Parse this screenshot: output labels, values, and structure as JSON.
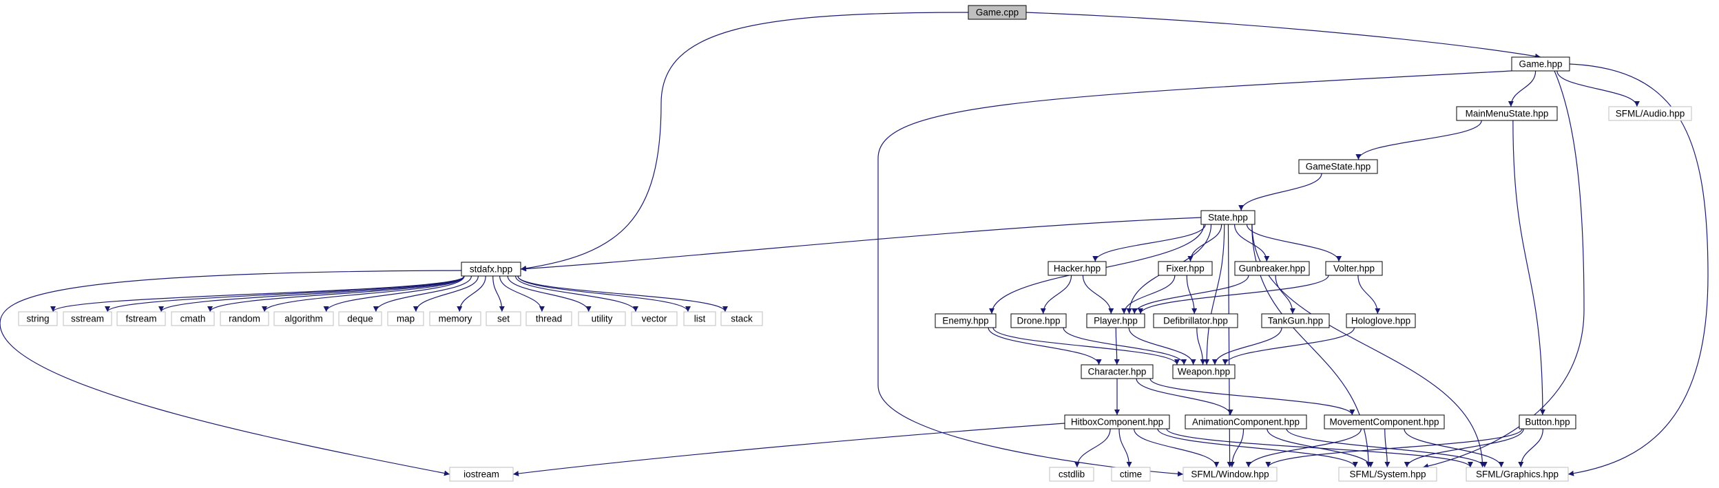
{
  "colors": {
    "edge": "#191970",
    "node_border": "#000000",
    "system_border": "#bfbfbf",
    "root_fill": "#bfbfbf",
    "node_fill": "#ffffff",
    "text": "#000000"
  },
  "nodes": {
    "game_cpp": "Game.cpp",
    "game_hpp": "Game.hpp",
    "stdafx_hpp": "stdafx.hpp",
    "mainmenustate_hpp": "MainMenuState.hpp",
    "sfml_audio_hpp": "SFML/Audio.hpp",
    "gamestate_hpp": "GameState.hpp",
    "state_hpp": "State.hpp",
    "string": "string",
    "sstream": "sstream",
    "fstream": "fstream",
    "cmath": "cmath",
    "random": "random",
    "algorithm": "algorithm",
    "deque": "deque",
    "map": "map",
    "memory": "memory",
    "set": "set",
    "thread": "thread",
    "utility": "utility",
    "vector": "vector",
    "list": "list",
    "stack": "stack",
    "hacker_hpp": "Hacker.hpp",
    "fixer_hpp": "Fixer.hpp",
    "gunbreaker_hpp": "Gunbreaker.hpp",
    "volter_hpp": "Volter.hpp",
    "enemy_hpp": "Enemy.hpp",
    "drone_hpp": "Drone.hpp",
    "player_hpp": "Player.hpp",
    "defibrillator_hpp": "Defibrillator.hpp",
    "tankgun_hpp": "TankGun.hpp",
    "hologlove_hpp": "Hologlove.hpp",
    "character_hpp": "Character.hpp",
    "weapon_hpp": "Weapon.hpp",
    "hitboxcomponent_hpp": "HitboxComponent.hpp",
    "animationcomponent_hpp": "AnimationComponent.hpp",
    "movementcomponent_hpp": "MovementComponent.hpp",
    "button_hpp": "Button.hpp",
    "iostream": "iostream",
    "cstdlib": "cstdlib",
    "ctime": "ctime",
    "sfml_window_hpp": "SFML/Window.hpp",
    "sfml_system_hpp": "SFML/System.hpp",
    "sfml_graphics_hpp": "SFML/Graphics.hpp"
  },
  "edges": [
    [
      "game_cpp",
      "game_hpp"
    ],
    [
      "game_cpp",
      "stdafx_hpp"
    ],
    [
      "game_hpp",
      "mainmenustate_hpp"
    ],
    [
      "game_hpp",
      "sfml_audio_hpp"
    ],
    [
      "game_hpp",
      "sfml_window_hpp"
    ],
    [
      "game_hpp",
      "sfml_system_hpp"
    ],
    [
      "game_hpp",
      "sfml_graphics_hpp"
    ],
    [
      "mainmenustate_hpp",
      "gamestate_hpp"
    ],
    [
      "mainmenustate_hpp",
      "button_hpp"
    ],
    [
      "gamestate_hpp",
      "state_hpp"
    ],
    [
      "state_hpp",
      "stdafx_hpp"
    ],
    [
      "state_hpp",
      "hacker_hpp"
    ],
    [
      "state_hpp",
      "fixer_hpp"
    ],
    [
      "state_hpp",
      "gunbreaker_hpp"
    ],
    [
      "state_hpp",
      "volter_hpp"
    ],
    [
      "state_hpp",
      "enemy_hpp"
    ],
    [
      "state_hpp",
      "player_hpp"
    ],
    [
      "state_hpp",
      "weapon_hpp"
    ],
    [
      "state_hpp",
      "sfml_window_hpp"
    ],
    [
      "state_hpp",
      "sfml_system_hpp"
    ],
    [
      "state_hpp",
      "sfml_graphics_hpp"
    ],
    [
      "stdafx_hpp",
      "string"
    ],
    [
      "stdafx_hpp",
      "sstream"
    ],
    [
      "stdafx_hpp",
      "fstream"
    ],
    [
      "stdafx_hpp",
      "cmath"
    ],
    [
      "stdafx_hpp",
      "random"
    ],
    [
      "stdafx_hpp",
      "algorithm"
    ],
    [
      "stdafx_hpp",
      "deque"
    ],
    [
      "stdafx_hpp",
      "map"
    ],
    [
      "stdafx_hpp",
      "memory"
    ],
    [
      "stdafx_hpp",
      "set"
    ],
    [
      "stdafx_hpp",
      "thread"
    ],
    [
      "stdafx_hpp",
      "utility"
    ],
    [
      "stdafx_hpp",
      "vector"
    ],
    [
      "stdafx_hpp",
      "list"
    ],
    [
      "stdafx_hpp",
      "stack"
    ],
    [
      "stdafx_hpp",
      "iostream"
    ],
    [
      "hacker_hpp",
      "drone_hpp"
    ],
    [
      "hacker_hpp",
      "player_hpp"
    ],
    [
      "fixer_hpp",
      "player_hpp"
    ],
    [
      "fixer_hpp",
      "defibrillator_hpp"
    ],
    [
      "gunbreaker_hpp",
      "player_hpp"
    ],
    [
      "gunbreaker_hpp",
      "tankgun_hpp"
    ],
    [
      "volter_hpp",
      "player_hpp"
    ],
    [
      "volter_hpp",
      "hologlove_hpp"
    ],
    [
      "enemy_hpp",
      "character_hpp"
    ],
    [
      "enemy_hpp",
      "weapon_hpp"
    ],
    [
      "drone_hpp",
      "weapon_hpp"
    ],
    [
      "player_hpp",
      "character_hpp"
    ],
    [
      "player_hpp",
      "weapon_hpp"
    ],
    [
      "defibrillator_hpp",
      "weapon_hpp"
    ],
    [
      "tankgun_hpp",
      "weapon_hpp"
    ],
    [
      "hologlove_hpp",
      "weapon_hpp"
    ],
    [
      "character_hpp",
      "hitboxcomponent_hpp"
    ],
    [
      "character_hpp",
      "animationcomponent_hpp"
    ],
    [
      "character_hpp",
      "movementcomponent_hpp"
    ],
    [
      "hitboxcomponent_hpp",
      "iostream"
    ],
    [
      "hitboxcomponent_hpp",
      "cstdlib"
    ],
    [
      "hitboxcomponent_hpp",
      "ctime"
    ],
    [
      "hitboxcomponent_hpp",
      "sfml_window_hpp"
    ],
    [
      "hitboxcomponent_hpp",
      "sfml_system_hpp"
    ],
    [
      "hitboxcomponent_hpp",
      "sfml_graphics_hpp"
    ],
    [
      "animationcomponent_hpp",
      "sfml_window_hpp"
    ],
    [
      "animationcomponent_hpp",
      "sfml_system_hpp"
    ],
    [
      "animationcomponent_hpp",
      "sfml_graphics_hpp"
    ],
    [
      "movementcomponent_hpp",
      "sfml_window_hpp"
    ],
    [
      "movementcomponent_hpp",
      "sfml_system_hpp"
    ],
    [
      "movementcomponent_hpp",
      "sfml_graphics_hpp"
    ],
    [
      "button_hpp",
      "sfml_window_hpp"
    ],
    [
      "button_hpp",
      "sfml_system_hpp"
    ],
    [
      "button_hpp",
      "sfml_graphics_hpp"
    ]
  ]
}
